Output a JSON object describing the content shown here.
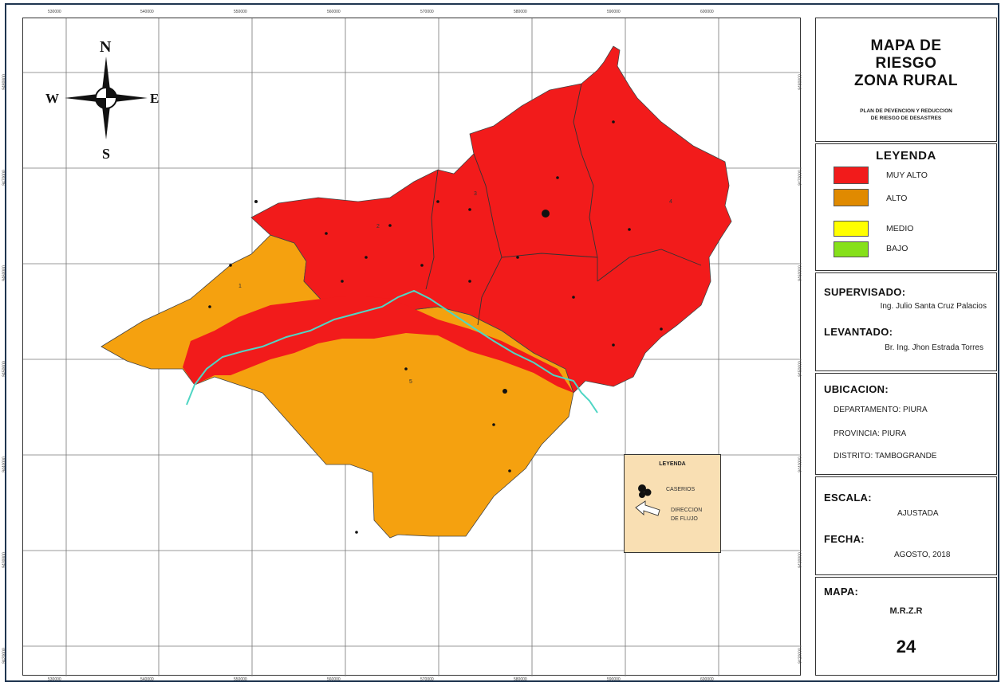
{
  "map": {
    "x_ticks": [
      "530000",
      "540000",
      "550000",
      "560000",
      "570000",
      "580000",
      "590000",
      "600000"
    ],
    "y_ticks": [
      "9480000",
      "9470000",
      "9460000",
      "9450000",
      "9440000",
      "9430000",
      "9420000"
    ],
    "compass": {
      "n": "N",
      "s": "S",
      "e": "E",
      "w": "W"
    },
    "zone_labels": [
      "1",
      "2",
      "3",
      "4",
      "5"
    ],
    "colors": {
      "muy_alto": "#f21b1b",
      "alto": "#f5a10f",
      "medio": "#ffff00",
      "bajo": "#8be01e",
      "river": "#4fd6c4"
    }
  },
  "title": {
    "line1": "MAPA DE",
    "line2": "RIESGO",
    "line3": "ZONA RURAL",
    "subtitle_line1": "PLAN DE PEVENCION Y REDUCCION",
    "subtitle_line2": "DE RIESGO DE DESASTRES"
  },
  "legend": {
    "heading": "LEYENDA",
    "items": [
      {
        "label": "MUY ALTO",
        "color": "#f21b1b"
      },
      {
        "label": "ALTO",
        "color": "#e08a00"
      },
      {
        "label": "MEDIO",
        "color": "#ffff00"
      },
      {
        "label": "BAJO",
        "color": "#86e01a"
      }
    ]
  },
  "credits": {
    "supervisado_label": "SUPERVISADO:",
    "supervisado_value": "Ing. Julio Santa Cruz Palacios",
    "levantado_label": "LEVANTADO:",
    "levantado_value": "Br. Ing. Jhon Estrada Torres"
  },
  "ubicacion": {
    "label": "UBICACION:",
    "departamento": "DEPARTAMENTO: PIURA",
    "provincia": "PROVINCIA: PIURA",
    "distrito": "DISTRITO: TAMBOGRANDE"
  },
  "escala": {
    "label": "ESCALA:",
    "value": "AJUSTADA",
    "fecha_label": "FECHA:",
    "fecha_value": "AGOSTO, 2018"
  },
  "mapa": {
    "label": "MAPA:",
    "code": "M.R.Z.R",
    "number": "24"
  },
  "legend2": {
    "heading": "LEYENDA",
    "caserios": "CASERIOS",
    "direccion_line1": "DIRECCION",
    "direccion_line2": "DE FLUJO"
  }
}
